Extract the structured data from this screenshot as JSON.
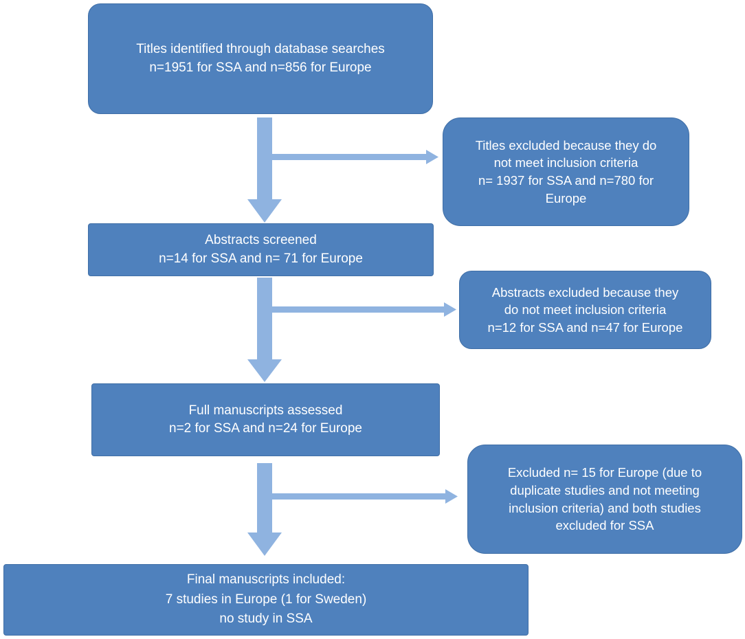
{
  "colors": {
    "box_fill": "#4f81bd",
    "box_border": "#3f6ea6",
    "arrow": "#8fb3e0",
    "text": "#ffffff"
  },
  "flow": {
    "identified": {
      "line1": "Titles identified through database searches",
      "line2": "n=1951 for SSA and n=856 for Europe"
    },
    "screened": {
      "line1": "Abstracts screened",
      "line2": "n=14 for SSA and n= 71 for Europe"
    },
    "assessed": {
      "line1": "Full manuscripts assessed",
      "line2": "n=2 for SSA and n=24 for Europe"
    },
    "included": {
      "line1": "Final manuscripts included:",
      "line2": "7 studies in Europe (1 for Sweden)",
      "line3": "no study in SSA"
    }
  },
  "exclusions": {
    "titles": {
      "line1": "Titles excluded because they do",
      "line2": "not meet inclusion criteria",
      "line3": "n= 1937 for SSA and n=780 for",
      "line4": "Europe"
    },
    "abstracts": {
      "line1": "Abstracts excluded because  they",
      "line2": "do not meet inclusion criteria",
      "line3": "n=12 for SSA and n=47 for Europe"
    },
    "manuscripts": {
      "line1": "Excluded n= 15 for Europe (due to",
      "line2": "duplicate studies and not meeting",
      "line3": "inclusion criteria) and both studies",
      "line4": "excluded for SSA"
    }
  }
}
